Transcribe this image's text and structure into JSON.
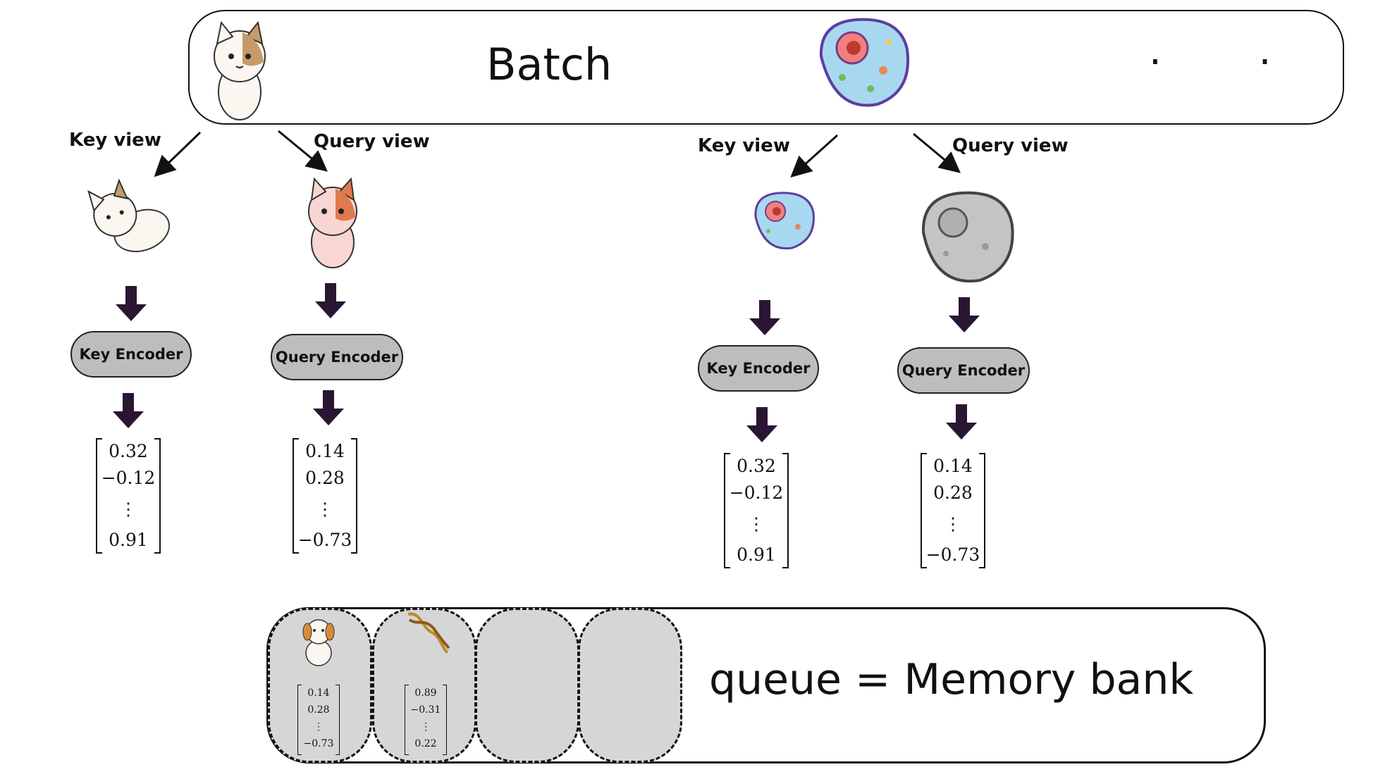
{
  "batch": {
    "title": "Batch",
    "ellipsis": ". ."
  },
  "groups": [
    {
      "key_view_label": "Key view",
      "query_view_label": "Query view",
      "key_encoder_label": "Key Encoder",
      "query_encoder_label": "Query Encoder",
      "key_vector": [
        "0.32",
        "−0.12",
        "⋮",
        "0.91"
      ],
      "query_vector": [
        "0.14",
        "0.28",
        "⋮",
        "−0.73"
      ]
    },
    {
      "key_view_label": "Key view",
      "query_view_label": "Query view",
      "key_encoder_label": "Key Encoder",
      "query_encoder_label": "Query Encoder",
      "key_vector": [
        "0.32",
        "−0.12",
        "⋮",
        "0.91"
      ],
      "query_vector": [
        "0.14",
        "0.28",
        "⋮",
        "−0.73"
      ]
    }
  ],
  "memory_bank": {
    "title": "queue = Memory bank",
    "slots": [
      {
        "icon": "dog-icon",
        "vector": [
          "0.14",
          "0.28",
          "⋮",
          "−0.73"
        ]
      },
      {
        "icon": "dna-icon",
        "vector": [
          "0.89",
          "−0.31",
          "⋮",
          "0.22"
        ]
      },
      {
        "icon": "",
        "vector": []
      },
      {
        "icon": "",
        "vector": []
      }
    ]
  },
  "colors": {
    "encoder_fill": "#bdbdbd",
    "slot_fill": "#d6d6d6",
    "arrow": "#2a1633",
    "cell_fill": "#a8d8f0",
    "cell_border": "#5b3fa0"
  }
}
